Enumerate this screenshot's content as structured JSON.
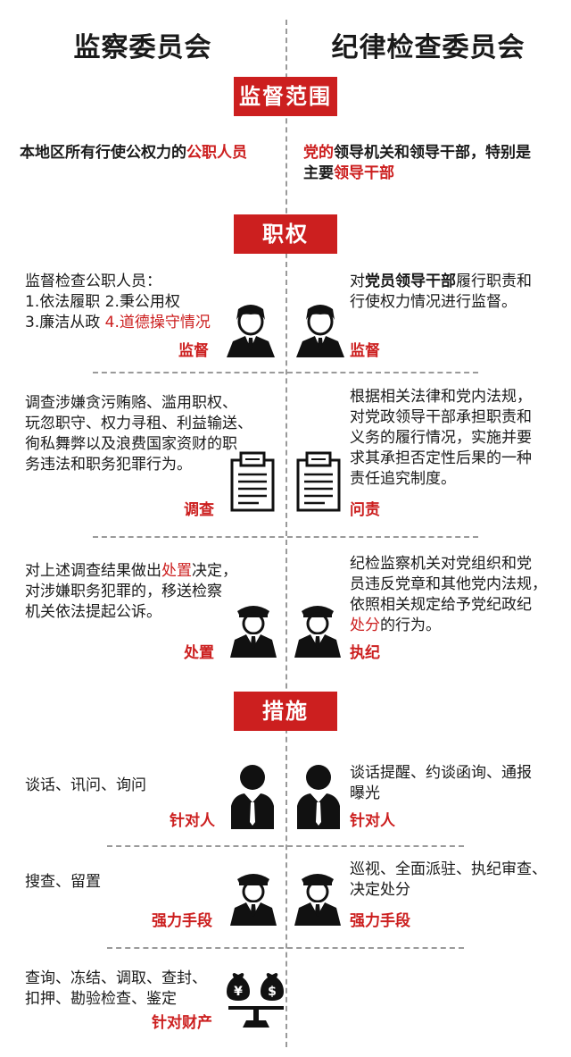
{
  "columns": {
    "left": "监察委员会",
    "right": "纪律检查委员会"
  },
  "sections": {
    "scope": "监督范围",
    "powers": "职权",
    "measures": "措施"
  },
  "scope": {
    "left_a": "本地区所有行使公权力的",
    "left_b": "公职人员",
    "right_1a": "党的",
    "right_1b": "领导机关和领导干部，特别是",
    "right_2a": "主要",
    "right_2b": "领导干部"
  },
  "powers": {
    "supervise": {
      "left_1": "监督检查公职人员：",
      "left_2": "1.依法履职 2.秉公用权",
      "left_3a": "3.廉洁从政 ",
      "left_3b": "4.道德操守情况",
      "left_label": "监督",
      "right_1a": "对",
      "right_1b": "党员领导干部",
      "right_1c": "履行职责和",
      "right_2": "行使权力情况进行监督。",
      "right_label": "监督",
      "icon": "businessman-icon"
    },
    "investigate": {
      "left_1": "调查涉嫌贪污贿赂、滥用职权、",
      "left_2": "玩忽职守、权力寻租、利益输送、",
      "left_3": "徇私舞弊以及浪费国家资财的职",
      "left_4": "务违法和职务犯罪行为。",
      "left_label": "调查",
      "right_1": "根据相关法律和党内法规，",
      "right_2": "对党政领导干部承担职责和",
      "right_3": "义务的履行情况，实施并要",
      "right_4": "求其承担否定性后果的一种",
      "right_5": "责任追究制度。",
      "right_label": "问责",
      "icon": "document-icon"
    },
    "dispose": {
      "left_1a": "对上述调查结果做出",
      "left_1b": "处置",
      "left_1c": "决定，",
      "left_2": "对涉嫌职务犯罪的，移送检察",
      "left_3": "机关依法提起公诉。",
      "left_label": "处置",
      "right_1": "纪检监察机关对党组织和党",
      "right_2": "员违反党章和其他党内法规，",
      "right_3": "依照相关规定给予党纪政纪",
      "right_4a": "处分",
      "right_4b": "的行为。",
      "right_label": "执纪",
      "icon": "officer-icon"
    }
  },
  "measures": {
    "people": {
      "left_text": "谈话、讯问、询问",
      "left_label": "针对人",
      "right_1": "谈话提醒、约谈函询、通报",
      "right_2": "曝光",
      "right_label": "针对人",
      "icon": "person-icon"
    },
    "force": {
      "left_text": "搜查、留置",
      "left_label": "强力手段",
      "right_1": "巡视、全面派驻、执纪审查、",
      "right_2": "决定处分",
      "right_label": "强力手段",
      "icon": "officer-icon"
    },
    "property": {
      "left_1": "查询、冻结、调取、查封、",
      "left_2": "扣押、勘验检查、鉴定",
      "left_label": "针对财产",
      "icon": "money-scale-icon"
    }
  },
  "colors": {
    "accent": "#cc1f1f",
    "text": "#1a1a1a",
    "divider": "#9a9a9a"
  }
}
